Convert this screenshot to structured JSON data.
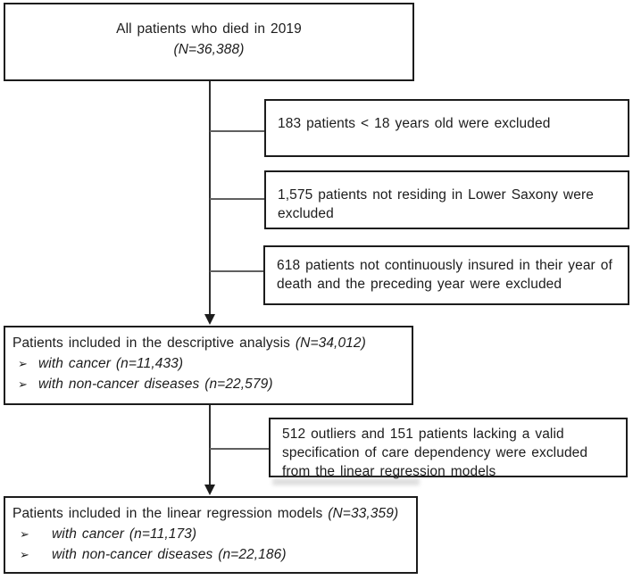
{
  "flowchart": {
    "bullet_glyph": "➢",
    "top_box": {
      "line1": "All patients who died in 2019",
      "count": "(N=36,388)"
    },
    "exclusion_boxes": [
      {
        "text": "183 patients < 18 years old were excluded"
      },
      {
        "text": "1,575 patients not residing in Lower Saxony were excluded"
      },
      {
        "text": "618 patients not continuously insured in their year of death and the preceding year were excluded"
      },
      {
        "text": "512 outliers and 151 patients lacking a valid specification of care dependency were excluded from the linear regression models"
      }
    ],
    "descriptive_box": {
      "title_normal": "Patients included in the descriptive analysis ",
      "title_count": "(N=34,012)",
      "bullets": [
        "with cancer (n=11,433)",
        "with non-cancer diseases (n=22,579)"
      ]
    },
    "regression_box": {
      "title_normal": "Patients included in the linear regression models ",
      "title_count": "(N=33,359)",
      "bullets": [
        "with cancer (n=11,173)",
        "with non-cancer diseases (n=22,186)"
      ]
    },
    "colors": {
      "border": "#1c1c1c",
      "text": "#1c1c1c",
      "main_line": "#2e2e2e",
      "branch_line": "#5f5f5f",
      "background": "#ffffff"
    }
  }
}
